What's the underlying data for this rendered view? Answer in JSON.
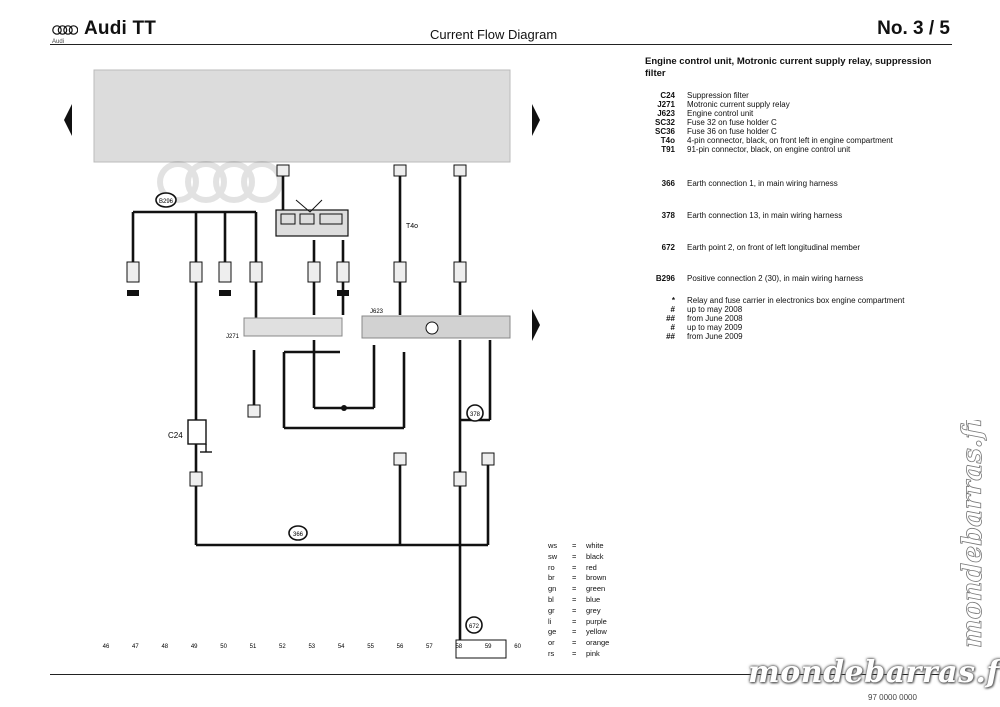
{
  "header": {
    "brand": "Audi TT",
    "brand_sub": "Audi",
    "title": "Current Flow Diagram",
    "page": "No.  3 / 5"
  },
  "legend": {
    "heading": "Engine control unit, Motronic current supply relay, suppression filter",
    "items": [
      {
        "code": "C24",
        "text": "Suppression filter"
      },
      {
        "code": "J271",
        "text": "Motronic current supply relay"
      },
      {
        "code": "J623",
        "text": "Engine control unit"
      },
      {
        "code": "SC32",
        "text": "Fuse 32 on fuse holder C"
      },
      {
        "code": "SC36",
        "text": "Fuse 36 on fuse holder C"
      },
      {
        "code": "T4o",
        "text": "4-pin connector, black, on front left in engine compartment"
      },
      {
        "code": "T91",
        "text": "91-pin connector, black, on engine control unit"
      },
      {
        "code": "366",
        "text": "Earth connection 1, in main wiring harness"
      },
      {
        "code": "378",
        "text": "Earth connection 13, in main wiring harness"
      },
      {
        "code": "672",
        "text": "Earth point 2, on front of left longitudinal member"
      },
      {
        "code": "B296",
        "text": "Positive connection 2 (30), in main wiring harness"
      },
      {
        "code": "*",
        "text": "Relay and fuse carrier in electronics box engine compartment"
      },
      {
        "code": "#",
        "text": "up to may 2008"
      },
      {
        "code": "##",
        "text": "from June 2008"
      },
      {
        "code": "#",
        "text": "up to may 2009"
      },
      {
        "code": "##",
        "text": "from June 2009"
      }
    ]
  },
  "colors": [
    {
      "abbr": "ws",
      "name": "white"
    },
    {
      "abbr": "sw",
      "name": "black"
    },
    {
      "abbr": "ro",
      "name": "red"
    },
    {
      "abbr": "br",
      "name": "brown"
    },
    {
      "abbr": "gn",
      "name": "green"
    },
    {
      "abbr": "bl",
      "name": "blue"
    },
    {
      "abbr": "gr",
      "name": "grey"
    },
    {
      "abbr": "li",
      "name": "purple"
    },
    {
      "abbr": "ge",
      "name": "yellow"
    },
    {
      "abbr": "or",
      "name": "orange"
    },
    {
      "abbr": "rs",
      "name": "pink"
    }
  ],
  "diagram": {
    "left_ground": "C24",
    "ecu_tag": "J623",
    "relay_tag": "J271",
    "pin_tag": "T4o",
    "node_b296": "B296",
    "node_366": "366",
    "node_378": "378",
    "node_672": "672",
    "footer_numbers": [
      "46",
      "47",
      "48",
      "49",
      "50",
      "51",
      "52",
      "53",
      "54",
      "55",
      "56",
      "57",
      "58",
      "59",
      "60"
    ]
  },
  "watermark": {
    "text_vertical": "mondebarras.fr",
    "text_horizontal": "mondebarras.fr"
  },
  "footer": {
    "code": "97 0000 0000"
  }
}
